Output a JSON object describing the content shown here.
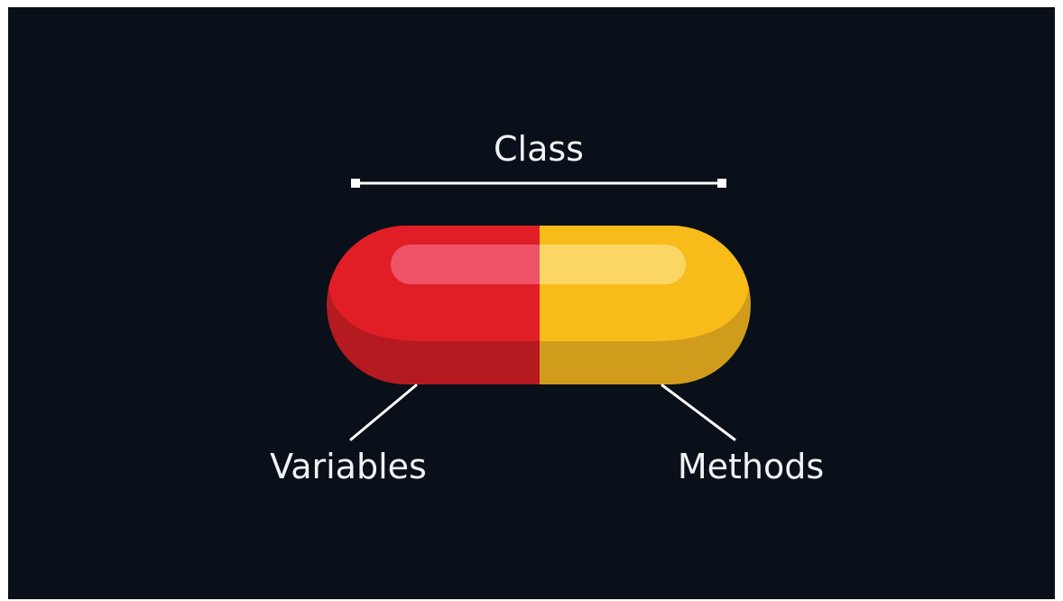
{
  "labels": {
    "class": "Class",
    "variables": "Variables",
    "methods": "Methods"
  },
  "colors": {
    "background": "#0a1019",
    "outer_frame": "#ffffff",
    "pill_red": "#e11e26",
    "pill_red_shadow": "#b51a20",
    "pill_yellow": "#f8bc1a",
    "pill_yellow_shadow": "#d19c1c",
    "annotation": "#ffffff"
  }
}
